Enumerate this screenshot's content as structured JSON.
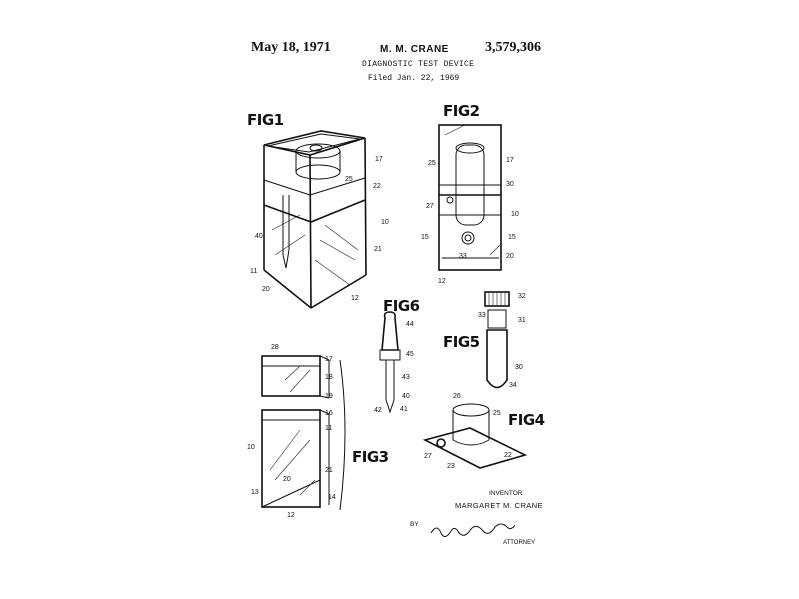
{
  "header": {
    "date": "May 18, 1971",
    "inventor_name": "M. M. CRANE",
    "patent_number": "3,579,306",
    "title": "DIAGNOSTIC TEST DEVICE",
    "filed": "Filed Jan. 22, 1969"
  },
  "figures": [
    {
      "id": "fig1",
      "label": "FIG1"
    },
    {
      "id": "fig2",
      "label": "FIG2"
    },
    {
      "id": "fig3",
      "label": "FIG3"
    },
    {
      "id": "fig4",
      "label": "FIG4"
    },
    {
      "id": "fig5",
      "label": "FIG5"
    },
    {
      "id": "fig6",
      "label": "FIG6"
    }
  ],
  "refs": {
    "fig1": [
      "17",
      "25",
      "22",
      "10",
      "40",
      "21",
      "11",
      "20",
      "12"
    ],
    "fig2": [
      "25",
      "17",
      "30",
      "27",
      "10",
      "15",
      "15",
      "33",
      "20",
      "12"
    ],
    "fig3": [
      "28",
      "17",
      "18",
      "19",
      "16",
      "11",
      "10",
      "21",
      "20",
      "13",
      "14",
      "12"
    ],
    "fig4": [
      "26",
      "25",
      "27",
      "23",
      "22"
    ],
    "fig5": [
      "32",
      "33",
      "31",
      "30",
      "34"
    ],
    "fig6": [
      "44",
      "45",
      "43",
      "40",
      "42",
      "41"
    ]
  },
  "footer": {
    "inventor_label": "INVENTOR",
    "inventor_full": "MARGARET  M. CRANE",
    "by": "BY",
    "signature": "Hugo E. Weisberger",
    "attorney_label": "ATTORNEY"
  }
}
